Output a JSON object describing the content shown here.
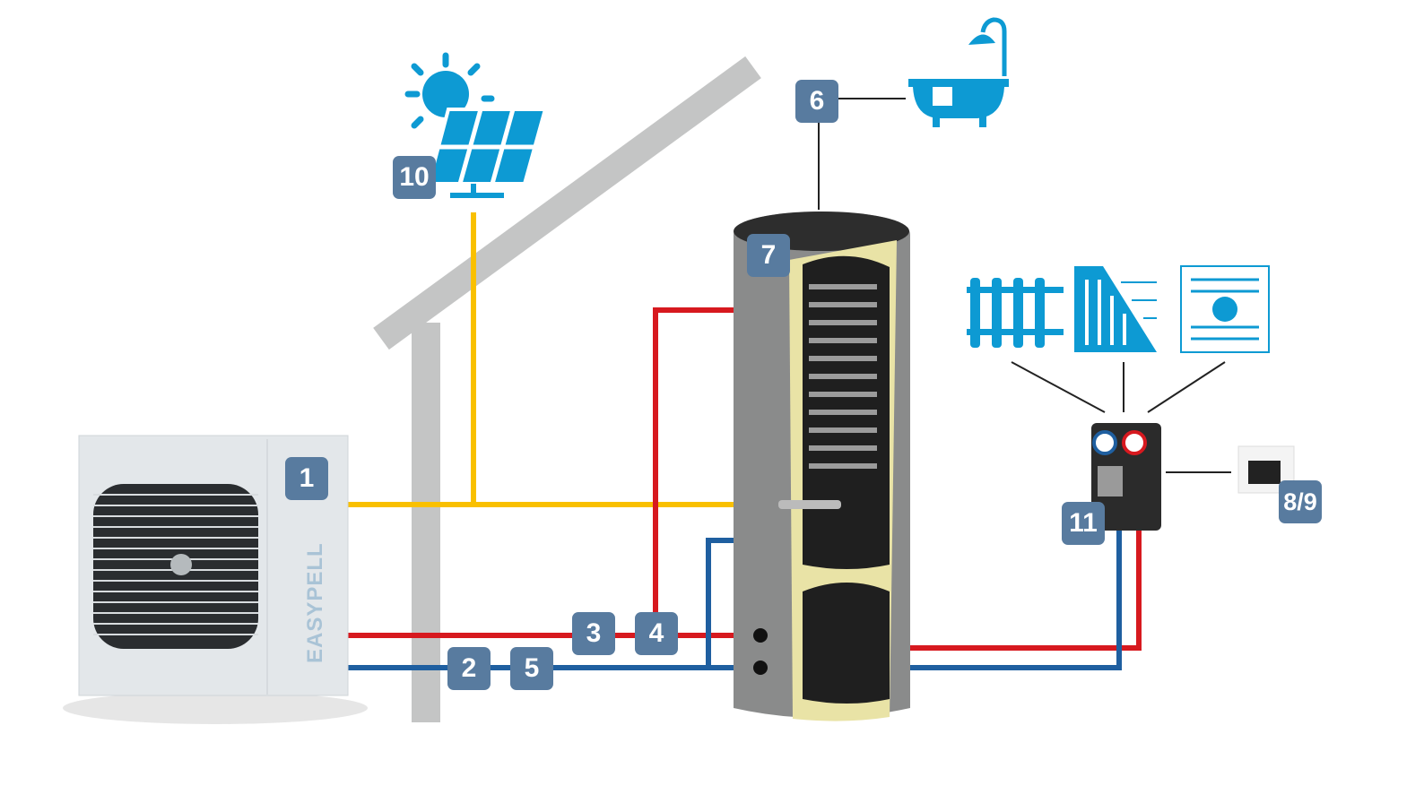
{
  "badges": {
    "heat_pump": "1",
    "return_pump": "2",
    "flow_coil": "3",
    "flow_tank": "4",
    "return_tank": "5",
    "hot_water": "6",
    "tank": "7",
    "controller": "8/9",
    "solar": "10",
    "pump_group": "11"
  },
  "brand": "EASYPELL",
  "colors": {
    "badge": "#587b9f",
    "icon": "#0d9ad3",
    "flow": "#d7191f",
    "return": "#1f5fa0",
    "solar": "#f9c000",
    "roof": "#c4c5c5"
  }
}
